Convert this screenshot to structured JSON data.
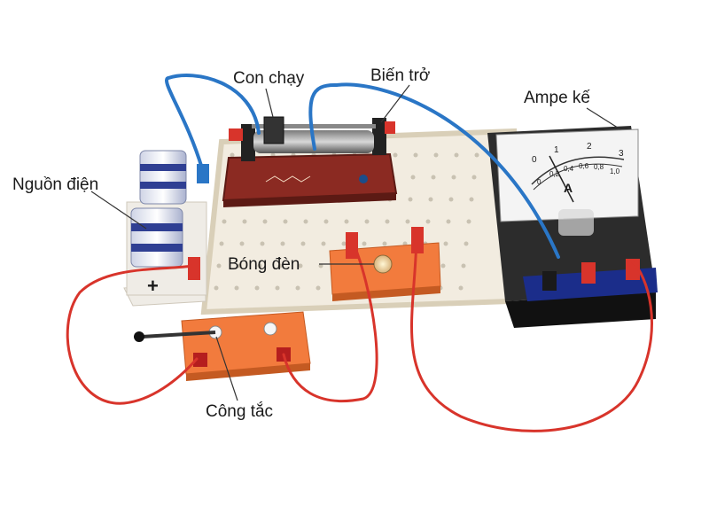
{
  "labels": {
    "slider": "Con chạy",
    "rheostat": "Biến trở",
    "ammeter": "Ampe kế",
    "power_source": "Nguồn điện",
    "bulb": "Bóng đèn",
    "switch": "Công tắc"
  },
  "ammeter": {
    "unit": "A",
    "top_scale": [
      "0",
      "1",
      "2",
      "3"
    ],
    "bottom_scale": [
      "0",
      "0,2",
      "0,4",
      "0,6",
      "0,8",
      "1,0"
    ]
  },
  "battery": {
    "polarity": "+"
  },
  "colors": {
    "board": "#f2ece0",
    "board_edge": "#d9cfb8",
    "wire_red": "#d8342b",
    "wire_blue": "#2a76c6",
    "rheostat_base": "#8b2a22",
    "orange_block": "#f27b3d",
    "meter_body": "#2c2c2c",
    "meter_panel": "#1b2d8a"
  }
}
